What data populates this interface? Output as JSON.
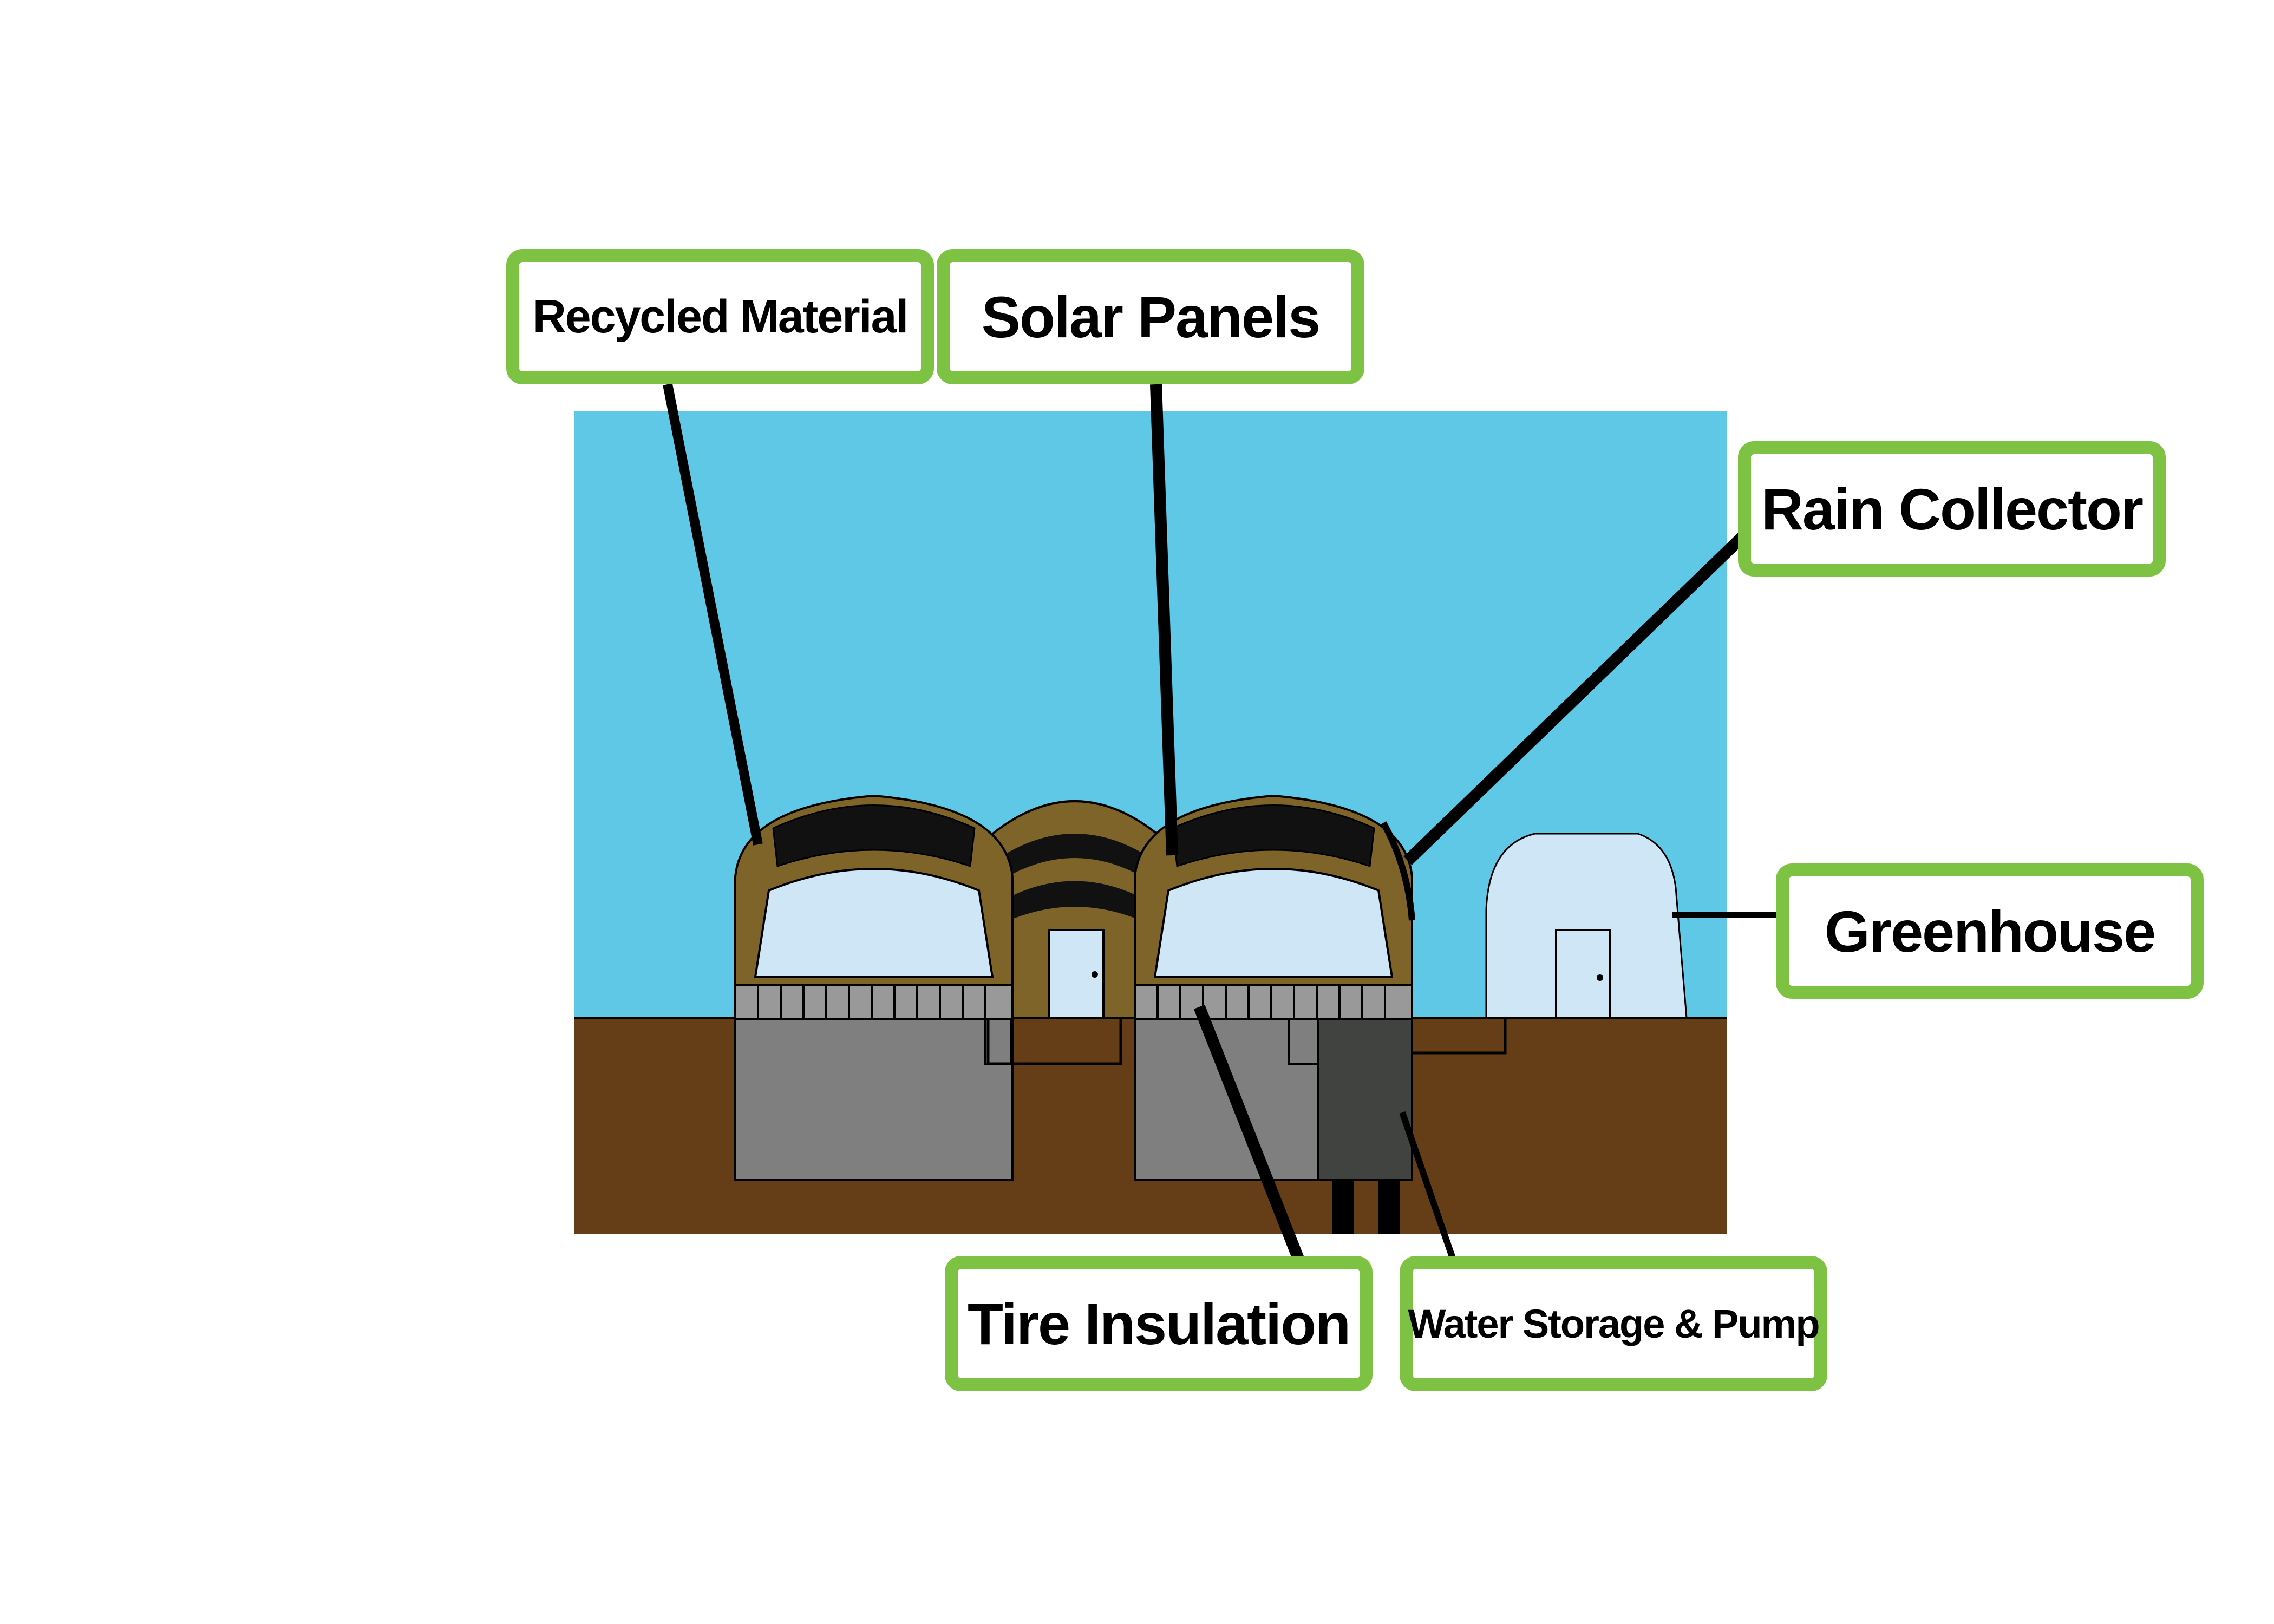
{
  "labels": {
    "recycled_material": "Recycled Material",
    "solar_panels": "Solar Panels",
    "rain_collector": "Rain Collector",
    "greenhouse": "Greenhouse",
    "tire_insulation": "Tire Insulation",
    "water_storage": "Water Storage & Pump"
  },
  "colors": {
    "sky": "#5ec8e6",
    "ground": "#653e17",
    "dome_wall": "#7f642a",
    "window": "#cfe6f7",
    "solar_panel": "#111111",
    "tire_band": "#999999",
    "foundation": "#7f7f7f",
    "water_tank": "#414341",
    "callout_border": "#7dc242",
    "leader_line": "#000000"
  }
}
